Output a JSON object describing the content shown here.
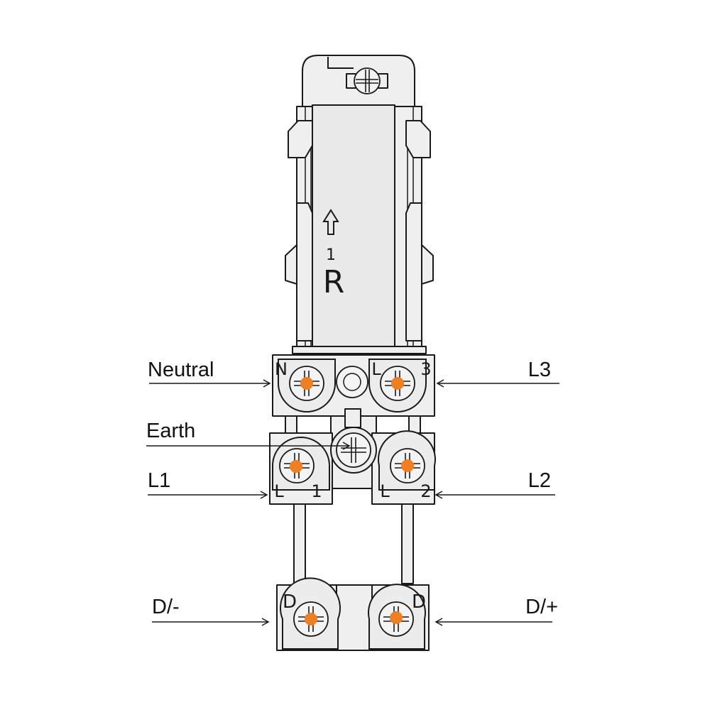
{
  "callouts": {
    "neutral": "Neutral",
    "l3": "L3",
    "earth": "Earth",
    "l1": "L1",
    "l2": "L2",
    "d_minus": "D/-",
    "d_plus": "D/+"
  },
  "terminal_marks": {
    "n": "N",
    "l_top": "L",
    "three": "3",
    "l_left": "L",
    "one": "1",
    "l_right": "L",
    "two": "2",
    "d_left": "D",
    "d_right": "D"
  },
  "body_marks": {
    "arrow": "up-arrow-outline",
    "number": "1",
    "letter": "R"
  },
  "colors": {
    "connection_dot": "#f07f24",
    "part_fill": "#efefef",
    "outline": "#1a1a1a"
  }
}
